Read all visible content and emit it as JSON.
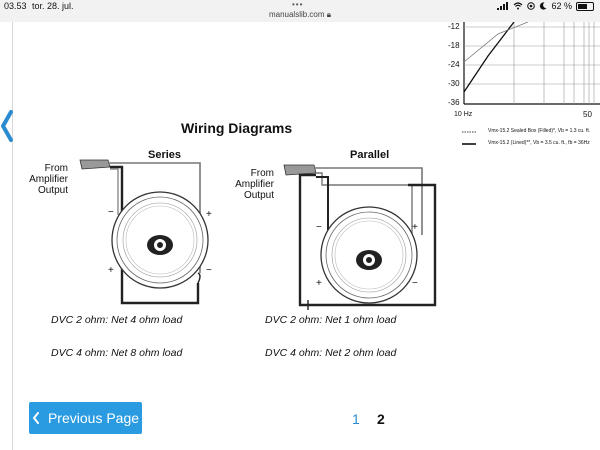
{
  "status_bar": {
    "time": "03.53",
    "date": "tor. 28. jul.",
    "url": "manualslib.com",
    "battery": "62 %"
  },
  "graph": {
    "y_ticks": [
      "-12",
      "-18",
      "-24",
      "-30",
      "-36"
    ],
    "x_ticks": [
      "10 Hz",
      "50"
    ],
    "legend": [
      "Vmx-15.2 Sealed Box (Filled)*, Vb = 1.3 cu. ft.",
      "Vmx-15.2 (Lined)**, Vb = 3.5 cu. ft., fb = 36Hz"
    ]
  },
  "wiring": {
    "title": "Wiring Diagrams",
    "series": {
      "heading": "Series",
      "from_label": [
        "From",
        "Amplifier",
        "Output"
      ],
      "dvc2": "DVC 2 ohm: Net 4 ohm load",
      "dvc4": "DVC 4 ohm: Net 8 ohm load"
    },
    "parallel": {
      "heading": "Parallel",
      "from_label": [
        "From",
        "Amplifier",
        "Output"
      ],
      "dvc2": "DVC 2 ohm: Net 1 ohm load",
      "dvc4": "DVC 4 ohm: Net 2 ohm load"
    },
    "minus": "−",
    "plus": "+"
  },
  "pagination": {
    "prev_label": "Previous Page",
    "page1": "1",
    "page2": "2"
  }
}
